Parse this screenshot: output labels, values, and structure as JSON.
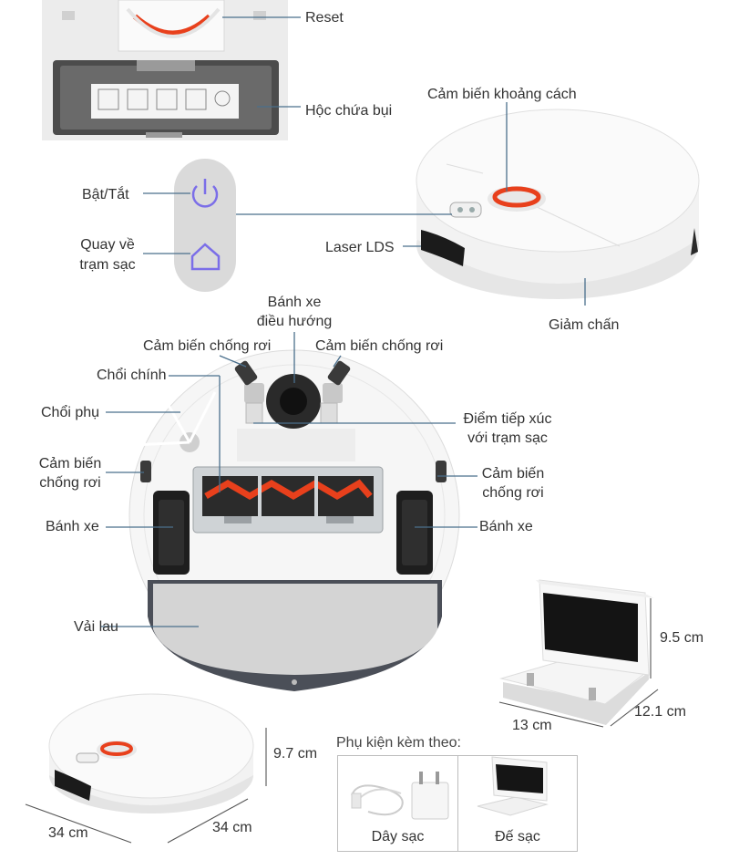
{
  "labels": {
    "reset": "Reset",
    "dustbin": "Hộc chứa bụi",
    "distance_sensor": "Cảm biến khoảng cách",
    "power": "Bật/Tắt",
    "return_dock_l1": "Quay về",
    "return_dock_l2": "trạm sạc",
    "laser_lds": "Laser LDS",
    "bumper": "Giảm chấn",
    "nav_wheel_l1": "Bánh xe",
    "nav_wheel_l2": "điều hướng",
    "cliff_sensor_tl": "Cảm biến chống rơi",
    "cliff_sensor_tr": "Cảm biến chống rơi",
    "main_brush": "Chổi chính",
    "side_brush": "Chổi phụ",
    "charge_contact_l1": "Điểm tiếp xúc",
    "charge_contact_l2": "với trạm sạc",
    "cliff_sensor_l_l1": "Cảm biến",
    "cliff_sensor_l_l2": "chống rơi",
    "cliff_sensor_r_l1": "Cảm biến",
    "cliff_sensor_r_l2": "chống rơi",
    "wheel_left": "Bánh xe",
    "wheel_right": "Bánh xe",
    "mop_cloth": "Vải lau"
  },
  "dimensions": {
    "dock_height": "9.5 cm",
    "dock_depth": "12.1 cm",
    "dock_width": "13 cm",
    "robot_height": "9.7 cm",
    "robot_length": "34 cm",
    "robot_width": "34 cm"
  },
  "accessories": {
    "title": "Phụ kiện kèm theo:",
    "items": [
      "Dây sạc",
      "Đế sạc"
    ]
  }
}
